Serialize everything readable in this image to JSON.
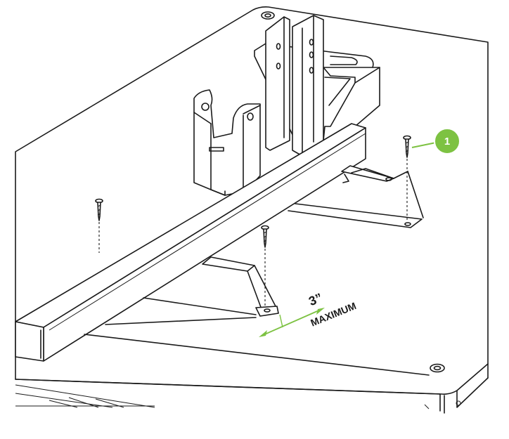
{
  "callout": {
    "number": "1",
    "color": "#7dc242"
  },
  "dimension": {
    "value": "3”",
    "label": "MAXIMUM",
    "color": "#7dc242"
  },
  "icons": [
    "wood-screw-icon",
    "callout-badge-icon",
    "dimension-arrow-icon"
  ]
}
